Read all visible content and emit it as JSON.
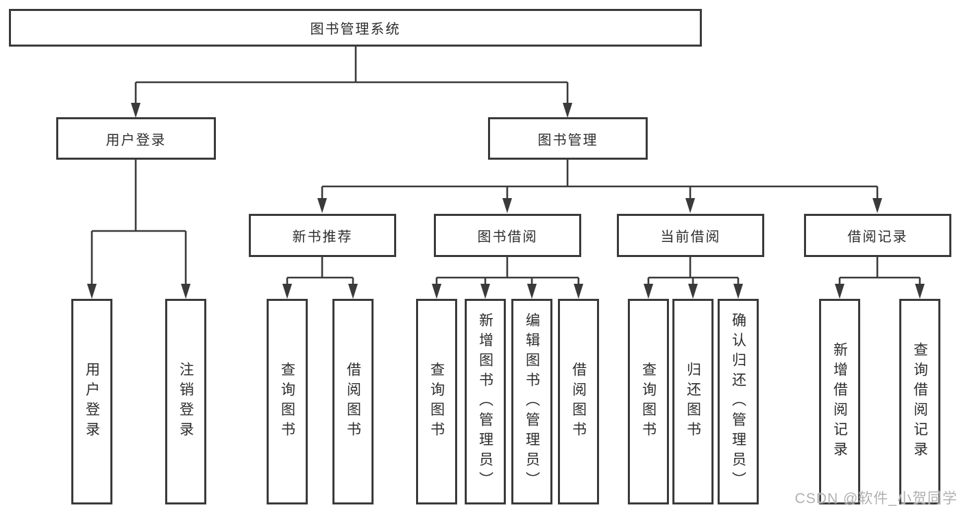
{
  "diagram": {
    "root": {
      "label": "图书管理系统"
    },
    "branches": [
      {
        "label": "用户登录",
        "children": [
          {
            "label": "用户登录"
          },
          {
            "label": "注销登录"
          }
        ]
      },
      {
        "label": "图书管理",
        "children": [
          {
            "label": "新书推荐",
            "children": [
              {
                "label": "查询图书"
              },
              {
                "label": "借阅图书"
              }
            ]
          },
          {
            "label": "图书借阅",
            "children": [
              {
                "label": "查询图书"
              },
              {
                "label": "新增图书（管理员）"
              },
              {
                "label": "编辑图书（管理员）"
              },
              {
                "label": "借阅图书"
              }
            ]
          },
          {
            "label": "当前借阅",
            "children": [
              {
                "label": "查询图书"
              },
              {
                "label": "归还图书"
              },
              {
                "label": "确认归还（管理员）"
              }
            ]
          },
          {
            "label": "借阅记录",
            "children": [
              {
                "label": "新增借阅记录"
              },
              {
                "label": "查询借阅记录"
              }
            ]
          }
        ]
      }
    ]
  },
  "watermark": {
    "text": "CSDN @软件_小贺同学"
  },
  "colors": {
    "line": "#3a3a3a",
    "text": "#2d2d2d",
    "background": "#ffffff",
    "watermark": "#b0b0b0"
  }
}
